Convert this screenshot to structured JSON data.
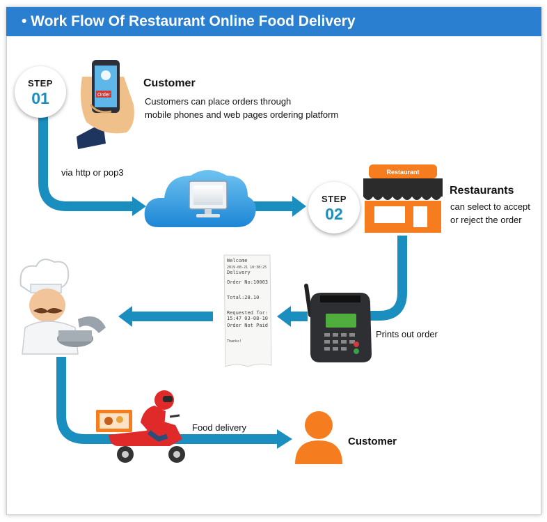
{
  "header": {
    "title": "• Work Flow Of  Restaurant Online Food Delivery"
  },
  "step1": {
    "label": "STEP",
    "number": "01"
  },
  "step2": {
    "label": "STEP",
    "number": "02"
  },
  "customer_top": {
    "title": "Customer",
    "line1": "Customers can place orders through",
    "line2": "mobile phones and web pages ordering platform",
    "phone_screen_label": "Order"
  },
  "via_label": "via http or pop3",
  "restaurant": {
    "sign": "Restaurant",
    "title": "Restaurants",
    "line1": "can select to accept",
    "line2": "or reject the order"
  },
  "printer_label": "Prints out order",
  "receipt": {
    "lines": [
      "Welcome",
      "2019-08-21 10:38:25",
      "Delivery",
      "Order No:10003",
      "Total:28.10",
      "Requested for:",
      "15:47 03-08-10",
      "Order Not Paid",
      "Thanks!"
    ]
  },
  "delivery_label": "Food delivery",
  "customer_bottom": {
    "title": "Customer"
  },
  "colors": {
    "header": "#2b7fd1",
    "arrow": "#1a8fbf",
    "orange": "#f57c1f",
    "red": "#e02a2a"
  }
}
